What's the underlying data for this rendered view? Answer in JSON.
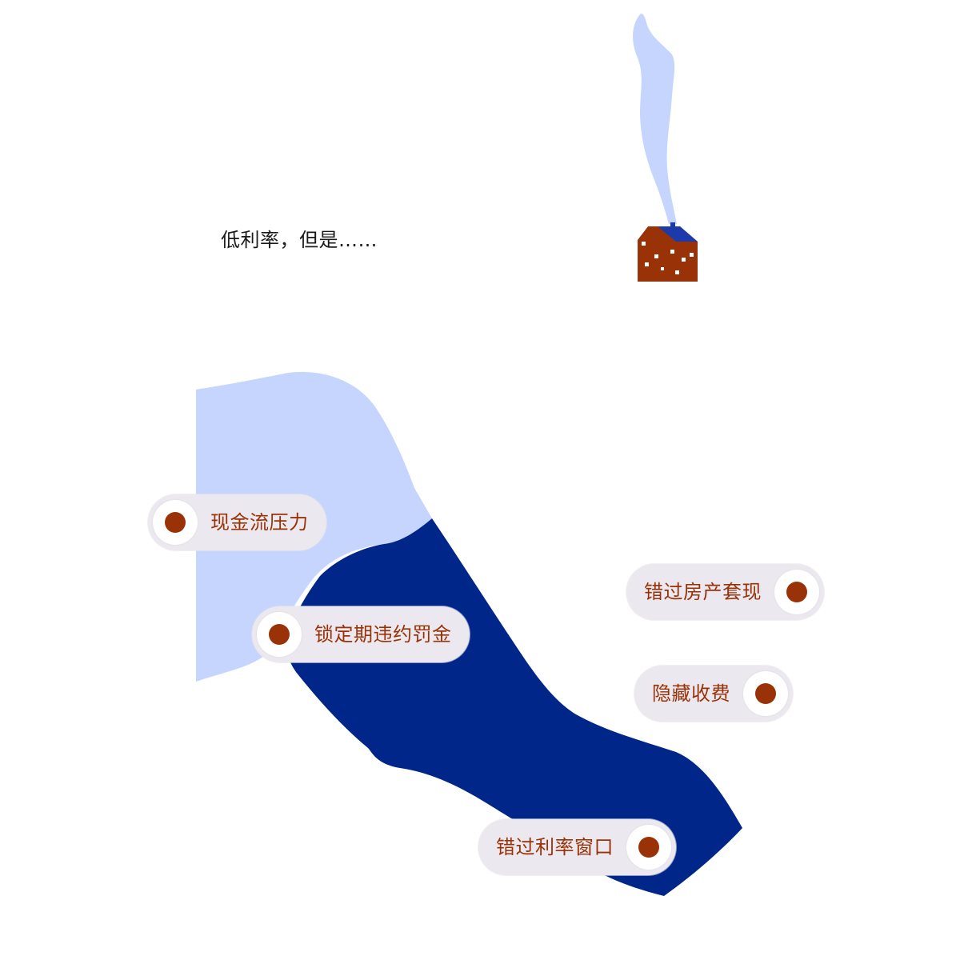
{
  "heading": "低利率，但是……",
  "labels": [
    {
      "id": "cashflow",
      "text": "现金流压力"
    },
    {
      "id": "lockin",
      "text": "锁定期违约罚金"
    },
    {
      "id": "property",
      "text": "错过房产套现"
    },
    {
      "id": "fees",
      "text": "隐藏收费"
    },
    {
      "id": "rate",
      "text": "错过利率窗口"
    }
  ],
  "colors": {
    "light_blue": "#c6d5fd",
    "dark_blue": "#00268a",
    "rust": "#9a3208",
    "pill_bg": "#ebe9ef",
    "house_roof": "#1c3aa9"
  },
  "icons": [
    "house-icon",
    "smoke-plume",
    "dot-marker"
  ]
}
